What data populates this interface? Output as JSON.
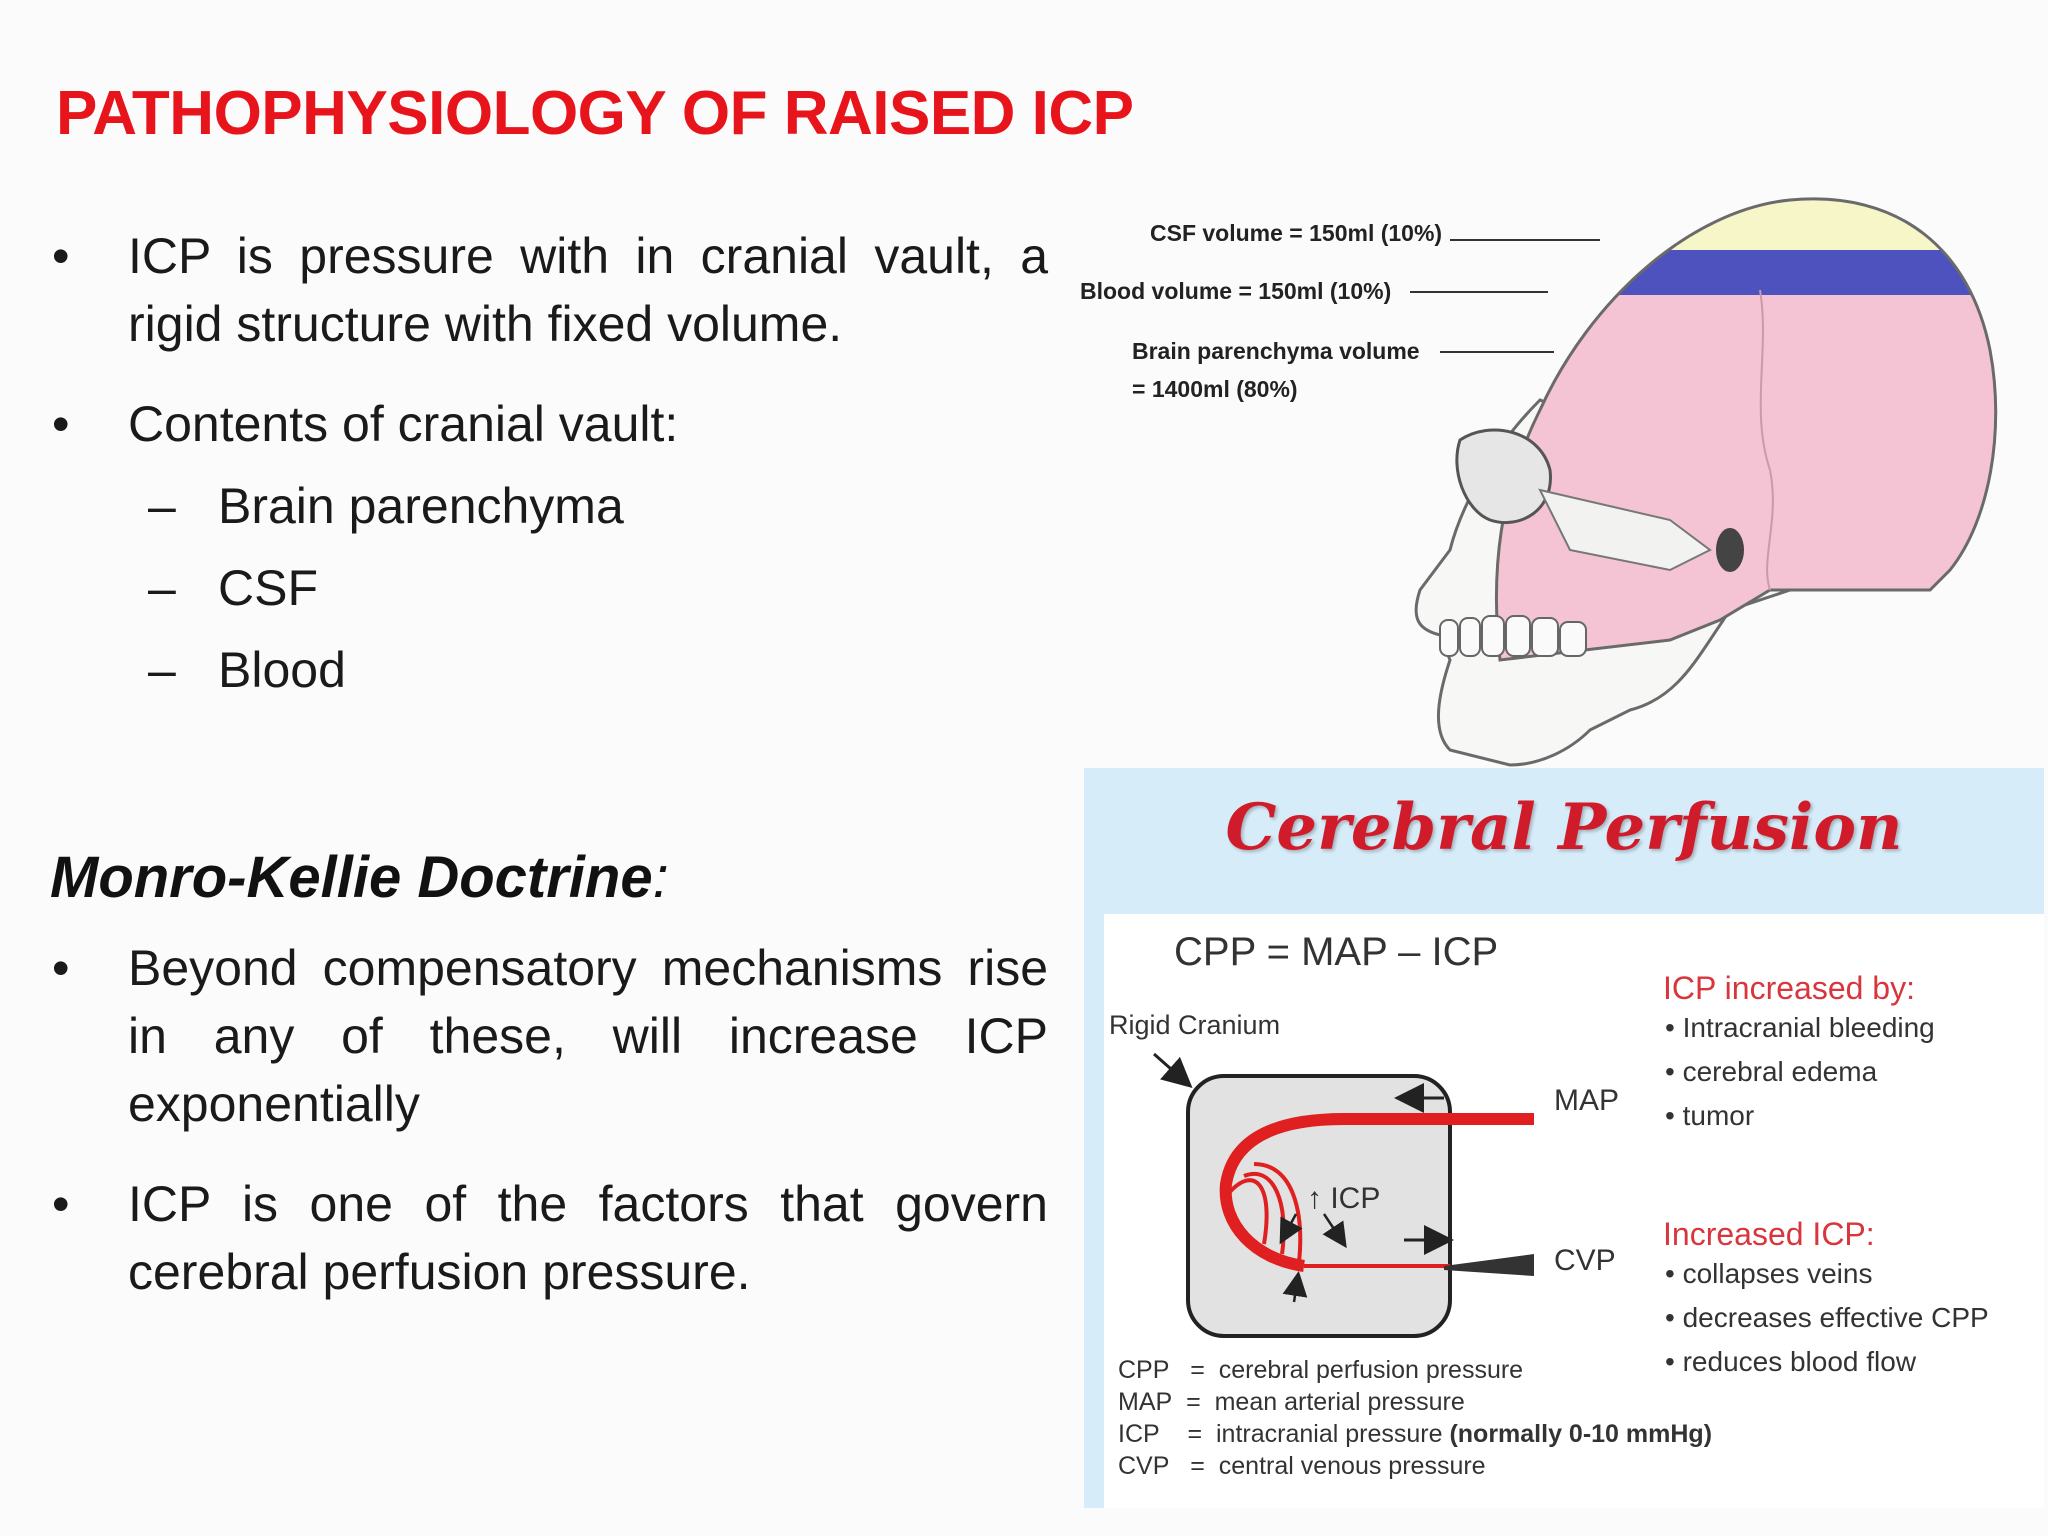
{
  "title": "PATHOPHYSIOLOGY OF RAISED ICP",
  "bullets": {
    "b1": "ICP is pressure with in cranial vault, a rigid structure with fixed volume.",
    "b2": "Contents of cranial vault:",
    "sub": [
      "Brain parenchyma",
      "CSF",
      "Blood"
    ]
  },
  "doctrine": {
    "heading": "Monro-Kellie Doctrine",
    "colon": ":",
    "b1": "Beyond compensatory mechanisms rise in any of these, will increase ICP exponentially",
    "b2": "ICP is one of the factors that govern cerebral perfusion pressure."
  },
  "skull": {
    "csf_label": "CSF volume = 150ml (10%)",
    "blood_label": "Blood volume = 150ml (10%)",
    "brain_label_1": "Brain parenchyma volume",
    "brain_label_2": "= 1400ml (80%)",
    "colors": {
      "csf": "#f6f6c8",
      "blood": "#4d52bf",
      "brain": "#f4c3d4"
    }
  },
  "cpp": {
    "title": "Cerebral Perfusion Pressure",
    "formula": "CPP = MAP – ICP",
    "rigid_label": "Rigid Cranium",
    "map_label": "MAP",
    "cvp_label": "CVP",
    "icp_label": "↑ ICP",
    "increased_by_heading": "ICP increased by:",
    "increased_by": [
      "Intracranial bleeding",
      "cerebral edema",
      "tumor"
    ],
    "increased_icp_heading": "Increased ICP:",
    "increased_icp": [
      "collapses veins",
      "decreases effective CPP",
      "reduces blood flow"
    ],
    "legend": [
      {
        "abbr": "CPP",
        "eq": "=",
        "text": "cerebral perfusion pressure",
        "note": ""
      },
      {
        "abbr": "MAP",
        "eq": "=",
        "text": "mean arterial pressure",
        "note": ""
      },
      {
        "abbr": "ICP",
        "eq": "=",
        "text": "intracranial pressure",
        "note": "(normally 0-10 mmHg)"
      },
      {
        "abbr": "CVP",
        "eq": "=",
        "text": "central venous pressure",
        "note": ""
      }
    ],
    "colors": {
      "title": "#d01c2a",
      "accent_red": "#d8363c",
      "artery": "#e02020",
      "panel_bg": "#d6ecf9"
    }
  }
}
